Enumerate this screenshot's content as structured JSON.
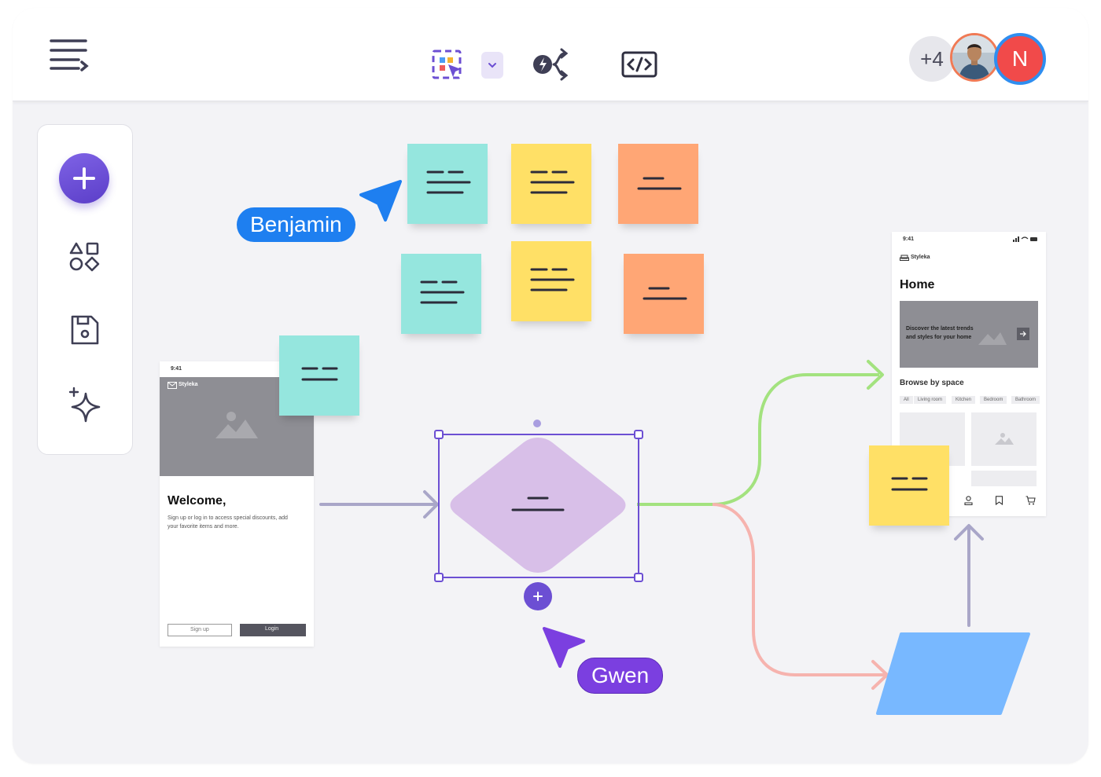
{
  "header": {
    "menu_icon": "menu-collapse-icon",
    "tools": [
      "ai-select-icon",
      "chevron-down-icon",
      "flash-branch-icon",
      "code-icon"
    ],
    "collaborators": {
      "more_count": "+4",
      "avatar_initial": "N"
    }
  },
  "sidebar": {
    "items": [
      "add-icon",
      "shapes-icon",
      "save-icon",
      "sparkle-icon"
    ]
  },
  "cursors": {
    "benjamin": "Benjamin",
    "gwen": "Gwen"
  },
  "welcome_screen": {
    "time": "9:41",
    "brand": "Styleka",
    "title": "Welcome,",
    "body_line1": "Sign up or log in to access special discounts, add",
    "body_line2": "your favorite items and more.",
    "signup": "Sign up",
    "login": "Login"
  },
  "home_screen": {
    "time": "9:41",
    "brand": "Styleka",
    "title": "Home",
    "banner_line1": "Discover the latest trends",
    "banner_line2": "and styles for your home",
    "section": "Browse by space",
    "filters": [
      "All",
      "Living room",
      "Kitchen",
      "Bedroom",
      "Bathroom"
    ]
  },
  "colors": {
    "accent": "#6c4fd3",
    "teal_sticky": "#95e6de",
    "yellow_sticky": "#ffe066",
    "orange_sticky": "#ffa675",
    "benjamin": "#1e7ff0",
    "gwen": "#7b3fe0",
    "diamond": "#d8bfe8",
    "parallelogram": "#78b8ff",
    "green_connector": "#a3e27f",
    "pink_connector": "#f6b3ae",
    "gray_connector": "#a9a6c8"
  }
}
